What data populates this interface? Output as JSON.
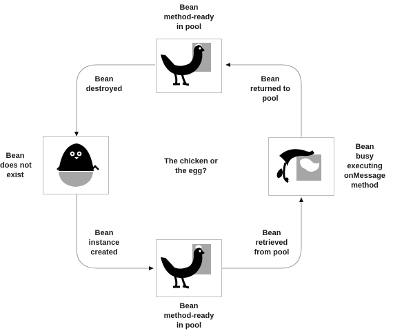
{
  "diagram": {
    "center_text": [
      "The chicken or",
      "the egg?"
    ],
    "states": {
      "top": {
        "label": [
          "Bean",
          "method-ready",
          "in pool"
        ],
        "icon": "chicken-icon"
      },
      "left": {
        "label": [
          "Bean",
          "does not",
          "exist"
        ],
        "icon": "chick-in-egg-icon"
      },
      "right": {
        "label": [
          "Bean",
          "busy",
          "executing",
          "onMessage",
          "method"
        ],
        "icon": "chicken-pecking-icon"
      },
      "bottom": {
        "label": [
          "Bean",
          "method-ready",
          "in pool"
        ],
        "icon": "chicken-icon"
      }
    },
    "transitions": {
      "destroyed": [
        "Bean",
        "destroyed"
      ],
      "returned": [
        "Bean",
        "returned to",
        "pool"
      ],
      "created": [
        "Bean",
        "instance",
        "created"
      ],
      "retrieved": [
        "Bean",
        "retrieved",
        "from pool"
      ]
    }
  },
  "colors": {
    "icon_dark": "#000000",
    "icon_gray": "#a6a6a6",
    "box_border": "#bdbdbd",
    "line": "#9a9a9a"
  }
}
